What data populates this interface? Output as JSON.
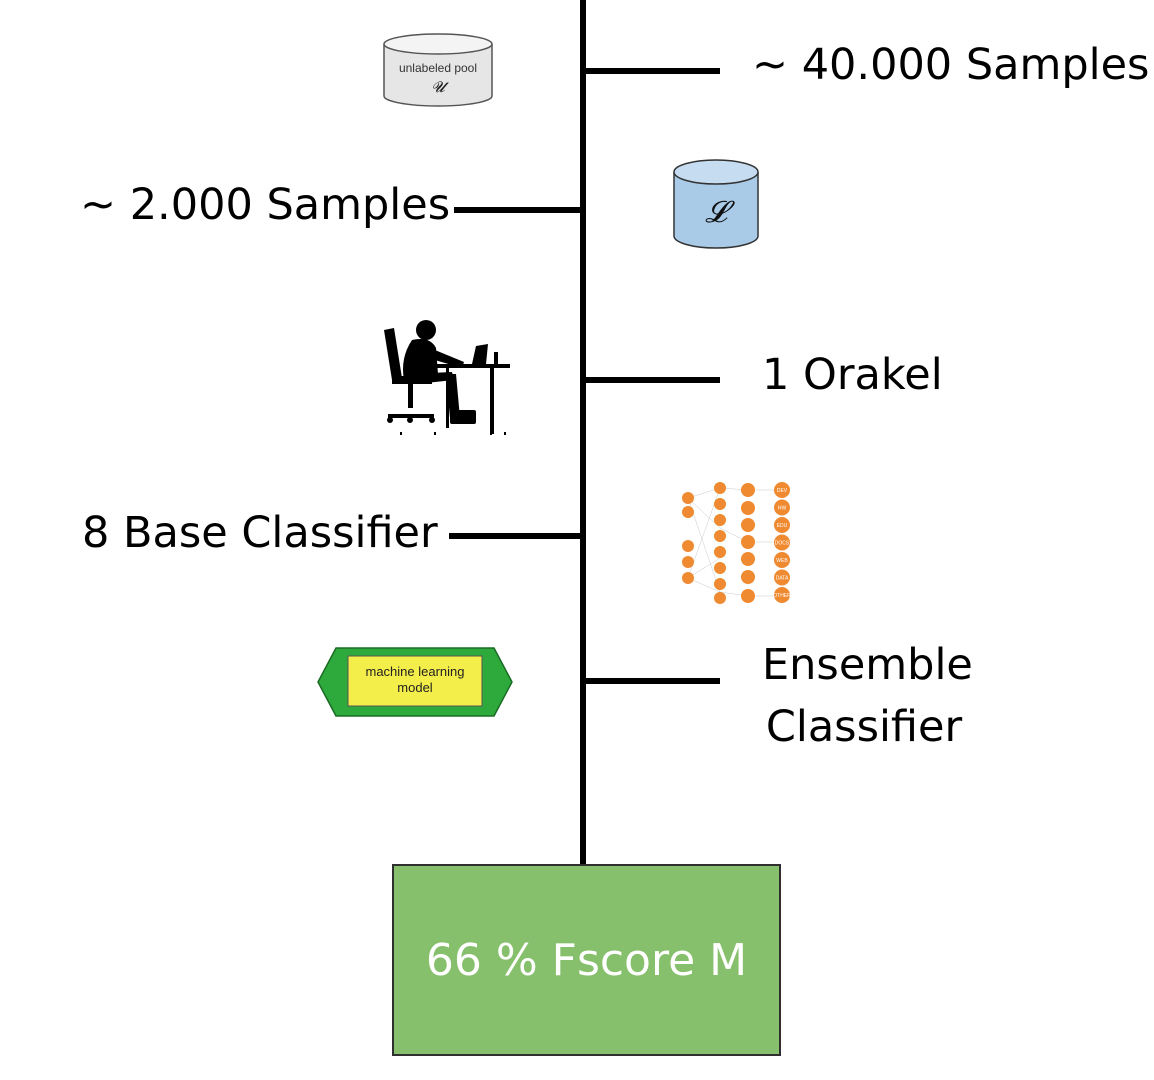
{
  "branches": [
    {
      "label": "~ 40.000 Samples",
      "side": "right"
    },
    {
      "label": "~ 2.000 Samples",
      "side": "left"
    },
    {
      "label": "1 Orakel",
      "side": "right"
    },
    {
      "label": "8 Base Classifier",
      "side": "left"
    },
    {
      "label_line1": "Ensemble",
      "label_line2": "Classifier",
      "side": "right"
    }
  ],
  "icons": {
    "unlabeled_pool": {
      "name": "database-icon",
      "text": "unlabeled pool",
      "symbol": "𝓤",
      "color": "#e6e6e6"
    },
    "labeled_set": {
      "name": "database-icon",
      "symbol": "𝓛",
      "color": "#a9cbe8"
    },
    "oracle": {
      "name": "person-at-desk-icon"
    },
    "neural_network": {
      "name": "neural-network-icon",
      "outputs": [
        "DEV",
        "HW",
        "EDU",
        "DOCS",
        "WEB",
        "DATA",
        "OTHER"
      ],
      "node_color": "#f08a30"
    },
    "ml_model": {
      "name": "hexagon-icon",
      "text_line1": "machine learning",
      "text_line2": "model",
      "outer_color": "#2eaa3c",
      "inner_color": "#f4ee4a"
    }
  },
  "result": {
    "label": "66 % Fscore M",
    "color": "#87c06c"
  }
}
